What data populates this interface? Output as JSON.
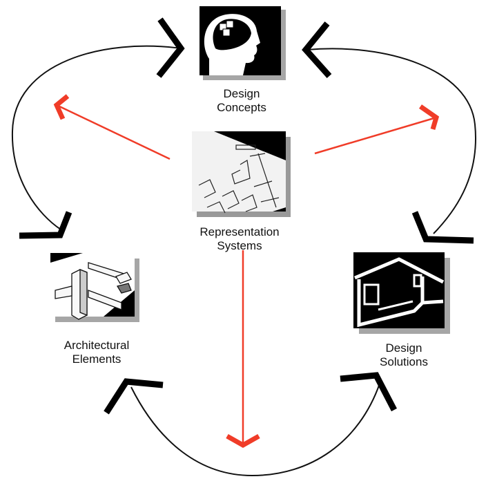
{
  "colors": {
    "cycle": "#111111",
    "arrows": "#f03c28",
    "tile_dark": "#000000",
    "tile_light": "#f4f4f4"
  },
  "nodes": {
    "design_concepts": {
      "line1": "Design",
      "line2": "Concepts",
      "icon": "head-with-cubes-icon"
    },
    "representation_systems": {
      "line1": "Representation",
      "line2": "Systems",
      "icon": "floor-plan-drawing-icon"
    },
    "architectural_elements": {
      "line1": "Architectural",
      "line2": "Elements",
      "icon": "wall-and-column-model-icon"
    },
    "design_solutions": {
      "line1": "Design",
      "line2": "Solutions",
      "icon": "house-elevation-icon"
    }
  }
}
